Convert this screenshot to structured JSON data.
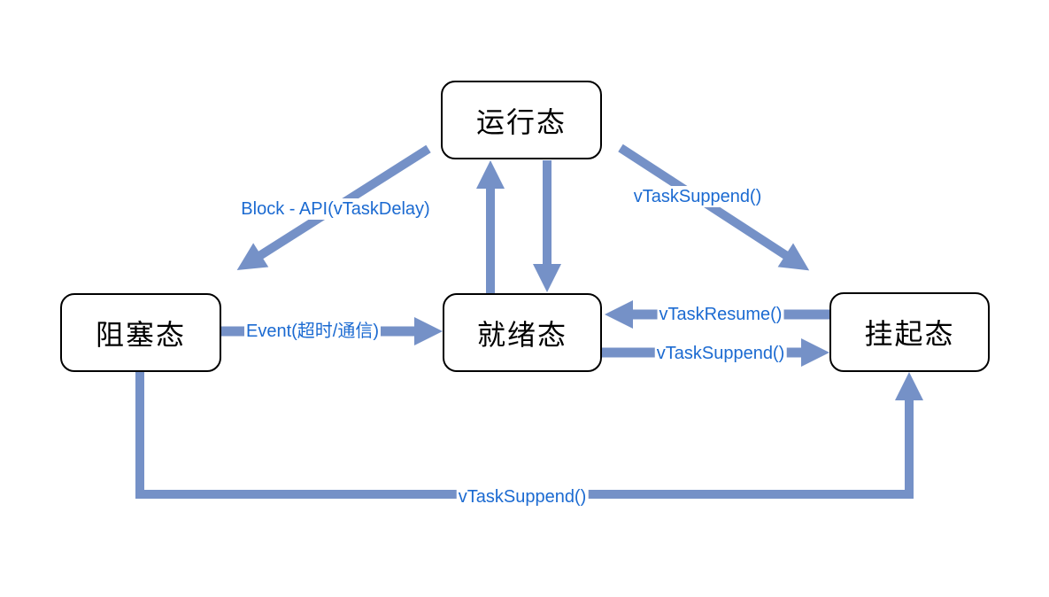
{
  "diagram": {
    "nodes": [
      {
        "id": "running",
        "label": "运行态"
      },
      {
        "id": "blocked",
        "label": "阻塞态"
      },
      {
        "id": "ready",
        "label": "就绪态"
      },
      {
        "id": "suspended",
        "label": "挂起态"
      }
    ],
    "edges": [
      {
        "from": "running",
        "to": "blocked",
        "label": "Block - API(vTaskDelay)"
      },
      {
        "from": "ready",
        "to": "running",
        "label": ""
      },
      {
        "from": "running",
        "to": "ready",
        "label": ""
      },
      {
        "from": "running",
        "to": "suspended",
        "label": "vTaskSuppend()"
      },
      {
        "from": "blocked",
        "to": "ready",
        "label": "Event(超时/通信)"
      },
      {
        "from": "suspended",
        "to": "ready",
        "label": "vTaskResume()"
      },
      {
        "from": "ready",
        "to": "suspended",
        "label": "vTaskSuppend()"
      },
      {
        "from": "blocked",
        "to": "suspended",
        "label": "vTaskSuppend()"
      }
    ],
    "colors": {
      "arrow": "#7591C7",
      "label_text": "#1B6AD1",
      "node_border": "#000000",
      "node_fill": "#FFFFFF",
      "background": "#FFFFFF"
    }
  }
}
